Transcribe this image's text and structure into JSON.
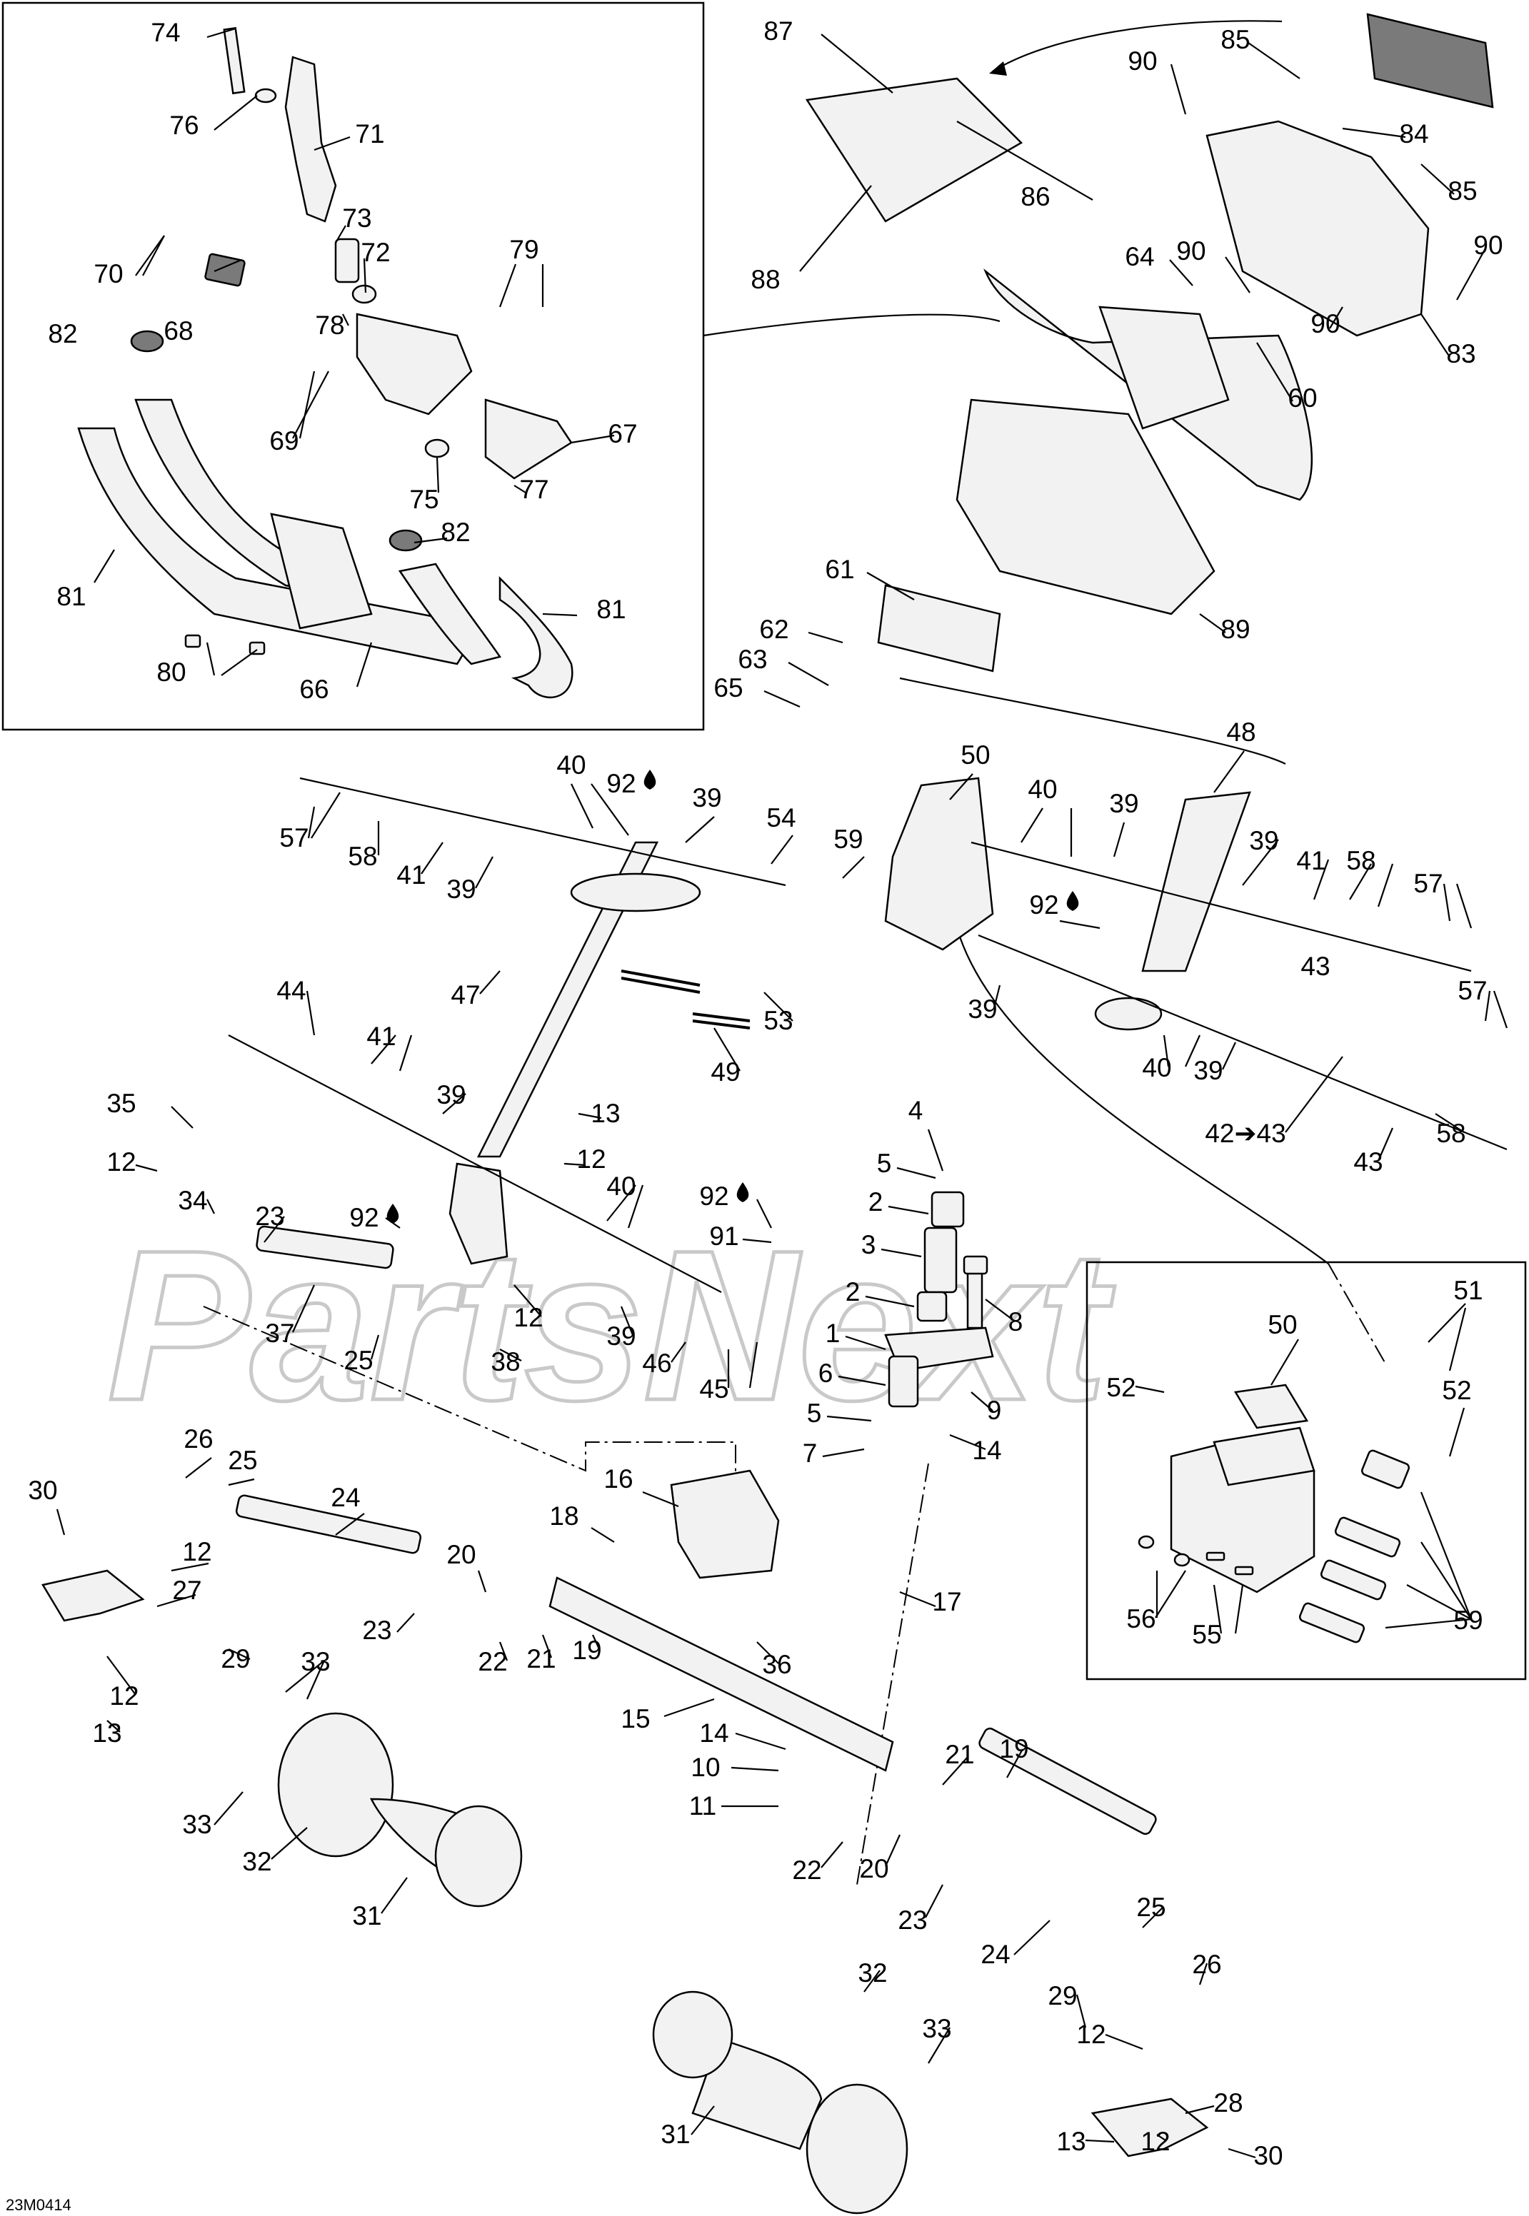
{
  "diagram": {
    "code": "23M0414",
    "watermark": "PartsNext",
    "callouts": [
      {
        "id": "c74",
        "text": "74"
      },
      {
        "id": "c76",
        "text": "76"
      },
      {
        "id": "c71",
        "text": "71"
      },
      {
        "id": "c73",
        "text": "73"
      },
      {
        "id": "c72",
        "text": "72"
      },
      {
        "id": "c70",
        "text": "70"
      },
      {
        "id": "c68",
        "text": "68"
      },
      {
        "id": "c79",
        "text": "79"
      },
      {
        "id": "c78",
        "text": "78"
      },
      {
        "id": "c82a",
        "text": "82"
      },
      {
        "id": "c69",
        "text": "69"
      },
      {
        "id": "c67",
        "text": "67"
      },
      {
        "id": "c77",
        "text": "77"
      },
      {
        "id": "c75",
        "text": "75"
      },
      {
        "id": "c82b",
        "text": "82"
      },
      {
        "id": "c81a",
        "text": "81"
      },
      {
        "id": "c81b",
        "text": "81"
      },
      {
        "id": "c80",
        "text": "80"
      },
      {
        "id": "c66",
        "text": "66"
      },
      {
        "id": "c87",
        "text": "87"
      },
      {
        "id": "c85a",
        "text": "85"
      },
      {
        "id": "c90a",
        "text": "90"
      },
      {
        "id": "c84",
        "text": "84"
      },
      {
        "id": "c86",
        "text": "86"
      },
      {
        "id": "c85b",
        "text": "85"
      },
      {
        "id": "c88",
        "text": "88"
      },
      {
        "id": "c64",
        "text": "64"
      },
      {
        "id": "c90b",
        "text": "90"
      },
      {
        "id": "c90c",
        "text": "90"
      },
      {
        "id": "c83",
        "text": "83"
      },
      {
        "id": "c90d",
        "text": "90"
      },
      {
        "id": "c60",
        "text": "60"
      },
      {
        "id": "c61",
        "text": "61"
      },
      {
        "id": "c89",
        "text": "89"
      },
      {
        "id": "c62",
        "text": "62"
      },
      {
        "id": "c63",
        "text": "63"
      },
      {
        "id": "c65",
        "text": "65"
      },
      {
        "id": "c48",
        "text": "48"
      },
      {
        "id": "c50a",
        "text": "50"
      },
      {
        "id": "c40a",
        "text": "40"
      },
      {
        "id": "c92a",
        "text": "92"
      },
      {
        "id": "c39a",
        "text": "39"
      },
      {
        "id": "c40b",
        "text": "40"
      },
      {
        "id": "c39b",
        "text": "39"
      },
      {
        "id": "c57a",
        "text": "57"
      },
      {
        "id": "c58a",
        "text": "58"
      },
      {
        "id": "c41a",
        "text": "41"
      },
      {
        "id": "c39c",
        "text": "39"
      },
      {
        "id": "c54",
        "text": "54"
      },
      {
        "id": "c59a",
        "text": "59"
      },
      {
        "id": "c39d",
        "text": "39"
      },
      {
        "id": "c41b",
        "text": "41"
      },
      {
        "id": "c58b",
        "text": "58"
      },
      {
        "id": "c57b",
        "text": "57"
      },
      {
        "id": "c92b",
        "text": "92"
      },
      {
        "id": "c43a",
        "text": "43"
      },
      {
        "id": "c53",
        "text": "53"
      },
      {
        "id": "c39e",
        "text": "39"
      },
      {
        "id": "c57c",
        "text": "57"
      },
      {
        "id": "c40c",
        "text": "40"
      },
      {
        "id": "c39f",
        "text": "39"
      },
      {
        "id": "c42",
        "text": "42➔43"
      },
      {
        "id": "c58c",
        "text": "58"
      },
      {
        "id": "c43b",
        "text": "43"
      },
      {
        "id": "c44",
        "text": "44"
      },
      {
        "id": "c47",
        "text": "47"
      },
      {
        "id": "c49",
        "text": "49"
      },
      {
        "id": "c41c",
        "text": "41"
      },
      {
        "id": "c39g",
        "text": "39"
      },
      {
        "id": "c13a",
        "text": "13"
      },
      {
        "id": "c12a",
        "text": "12"
      },
      {
        "id": "c35",
        "text": "35"
      },
      {
        "id": "c12b",
        "text": "12"
      },
      {
        "id": "c34",
        "text": "34"
      },
      {
        "id": "c23a",
        "text": "23"
      },
      {
        "id": "c92c",
        "text": "92"
      },
      {
        "id": "c40d",
        "text": "40"
      },
      {
        "id": "c4",
        "text": "4"
      },
      {
        "id": "c5a",
        "text": "5"
      },
      {
        "id": "c2a",
        "text": "2"
      },
      {
        "id": "c92d",
        "text": "92"
      },
      {
        "id": "c91",
        "text": "91"
      },
      {
        "id": "c3",
        "text": "3"
      },
      {
        "id": "c2b",
        "text": "2"
      },
      {
        "id": "c8",
        "text": "8"
      },
      {
        "id": "c1",
        "text": "1"
      },
      {
        "id": "c9",
        "text": "9"
      },
      {
        "id": "c6",
        "text": "6"
      },
      {
        "id": "c5b",
        "text": "5"
      },
      {
        "id": "c14a",
        "text": "14"
      },
      {
        "id": "c7",
        "text": "7"
      },
      {
        "id": "c37",
        "text": "37"
      },
      {
        "id": "c25a",
        "text": "25"
      },
      {
        "id": "c12c",
        "text": "12"
      },
      {
        "id": "c38",
        "text": "38"
      },
      {
        "id": "c39h",
        "text": "39"
      },
      {
        "id": "c46",
        "text": "46"
      },
      {
        "id": "c45",
        "text": "45"
      },
      {
        "id": "c51",
        "text": "51"
      },
      {
        "id": "c50b",
        "text": "50"
      },
      {
        "id": "c52a",
        "text": "52"
      },
      {
        "id": "c52b",
        "text": "52"
      },
      {
        "id": "c56",
        "text": "56"
      },
      {
        "id": "c55",
        "text": "55"
      },
      {
        "id": "c59b",
        "text": "59"
      },
      {
        "id": "c30a",
        "text": "30"
      },
      {
        "id": "c26a",
        "text": "26"
      },
      {
        "id": "c25b",
        "text": "25"
      },
      {
        "id": "c24a",
        "text": "24"
      },
      {
        "id": "c16",
        "text": "16"
      },
      {
        "id": "c18",
        "text": "18"
      },
      {
        "id": "c12d",
        "text": "12"
      },
      {
        "id": "c27",
        "text": "27"
      },
      {
        "id": "c20a",
        "text": "20"
      },
      {
        "id": "c17",
        "text": "17"
      },
      {
        "id": "c23b",
        "text": "23"
      },
      {
        "id": "c22a",
        "text": "22"
      },
      {
        "id": "c21a",
        "text": "21"
      },
      {
        "id": "c19a",
        "text": "19"
      },
      {
        "id": "c36",
        "text": "36"
      },
      {
        "id": "c29a",
        "text": "29"
      },
      {
        "id": "c12e",
        "text": "12"
      },
      {
        "id": "c13b",
        "text": "13"
      },
      {
        "id": "c33a",
        "text": "33"
      },
      {
        "id": "c15",
        "text": "15"
      },
      {
        "id": "c33b",
        "text": "33"
      },
      {
        "id": "c32a",
        "text": "32"
      },
      {
        "id": "c14b",
        "text": "14"
      },
      {
        "id": "c10",
        "text": "10"
      },
      {
        "id": "c11",
        "text": "11"
      },
      {
        "id": "c21b",
        "text": "21"
      },
      {
        "id": "c19b",
        "text": "19"
      },
      {
        "id": "c31a",
        "text": "31"
      },
      {
        "id": "c22b",
        "text": "22"
      },
      {
        "id": "c20b",
        "text": "20"
      },
      {
        "id": "c23c",
        "text": "23"
      },
      {
        "id": "c24b",
        "text": "24"
      },
      {
        "id": "c25c",
        "text": "25"
      },
      {
        "id": "c26b",
        "text": "26"
      },
      {
        "id": "c32b",
        "text": "32"
      },
      {
        "id": "c29b",
        "text": "29"
      },
      {
        "id": "c12f",
        "text": "12"
      },
      {
        "id": "c33c",
        "text": "33"
      },
      {
        "id": "c28",
        "text": "28"
      },
      {
        "id": "c31b",
        "text": "31"
      },
      {
        "id": "c13c",
        "text": "13"
      },
      {
        "id": "c12g",
        "text": "12"
      },
      {
        "id": "c30b",
        "text": "30"
      }
    ]
  }
}
